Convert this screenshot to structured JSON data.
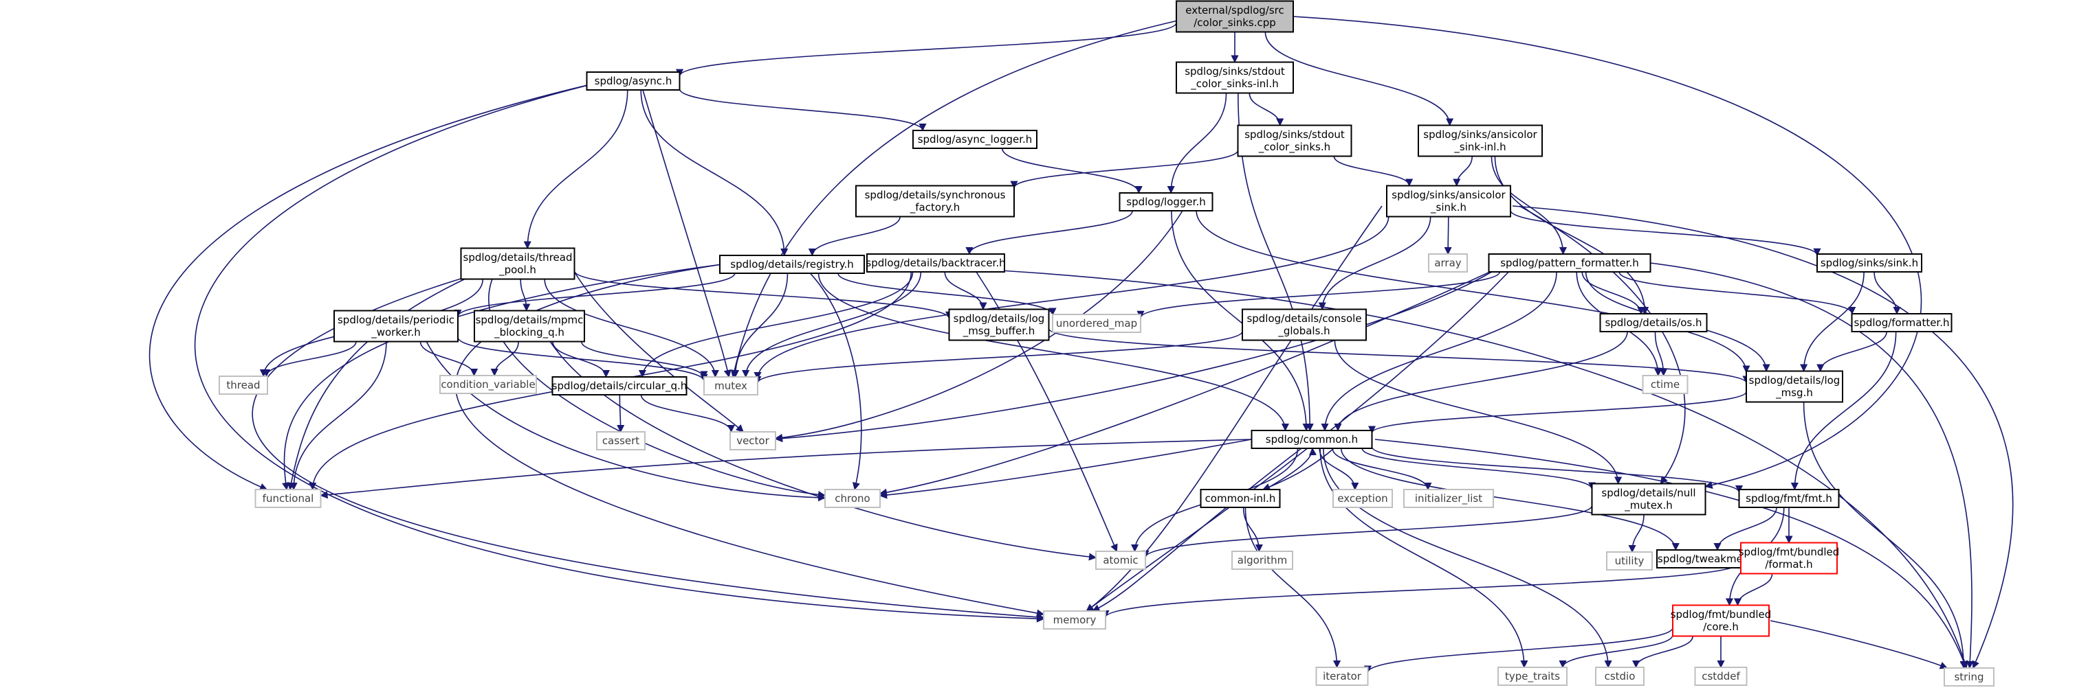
{
  "colors": {
    "edge": "#191970",
    "node_border": "#000000",
    "root_fill": "#bfbfbf",
    "system_border": "#bfbfbf",
    "system_text": "#404040",
    "incomplete_border": "#ff0000",
    "node_fill": "#ffffff"
  },
  "nodes": [
    {
      "id": "root",
      "lines": [
        "external/spdlog/src",
        "/color_sinks.cpp"
      ],
      "style": "root"
    },
    {
      "id": "async",
      "lines": [
        "spdlog/async.h"
      ],
      "style": "normal"
    },
    {
      "id": "stdout_inl",
      "lines": [
        "spdlog/sinks/stdout",
        "_color_sinks-inl.h"
      ],
      "style": "normal"
    },
    {
      "id": "ansi_inl",
      "lines": [
        "spdlog/sinks/ansicolor",
        "_sink-inl.h"
      ],
      "style": "normal"
    },
    {
      "id": "async_logger",
      "lines": [
        "spdlog/async_logger.h"
      ],
      "style": "normal"
    },
    {
      "id": "stdout_h",
      "lines": [
        "spdlog/sinks/stdout",
        "_color_sinks.h"
      ],
      "style": "normal"
    },
    {
      "id": "sync_factory",
      "lines": [
        "spdlog/details/synchronous",
        "_factory.h"
      ],
      "style": "normal"
    },
    {
      "id": "logger",
      "lines": [
        "spdlog/logger.h"
      ],
      "style": "normal"
    },
    {
      "id": "ansi_h",
      "lines": [
        "spdlog/sinks/ansicolor",
        "_sink.h"
      ],
      "style": "normal"
    },
    {
      "id": "thread_pool",
      "lines": [
        "spdlog/details/thread",
        "_pool.h"
      ],
      "style": "normal"
    },
    {
      "id": "registry",
      "lines": [
        "spdlog/details/registry.h"
      ],
      "style": "normal"
    },
    {
      "id": "backtracer",
      "lines": [
        "spdlog/details/backtracer.h"
      ],
      "style": "normal"
    },
    {
      "id": "array",
      "lines": [
        "array"
      ],
      "style": "system"
    },
    {
      "id": "pattern",
      "lines": [
        "spdlog/pattern_formatter.h"
      ],
      "style": "normal"
    },
    {
      "id": "sink_h",
      "lines": [
        "spdlog/sinks/sink.h"
      ],
      "style": "normal"
    },
    {
      "id": "periodic",
      "lines": [
        "spdlog/details/periodic",
        "_worker.h"
      ],
      "style": "normal"
    },
    {
      "id": "mpmc",
      "lines": [
        "spdlog/details/mpmc",
        "_blocking_q.h"
      ],
      "style": "normal"
    },
    {
      "id": "log_msg_buffer",
      "lines": [
        "spdlog/details/log",
        "_msg_buffer.h"
      ],
      "style": "normal"
    },
    {
      "id": "unordered_map",
      "lines": [
        "unordered_map"
      ],
      "style": "system"
    },
    {
      "id": "console_globals",
      "lines": [
        "spdlog/details/console",
        "_globals.h"
      ],
      "style": "normal"
    },
    {
      "id": "os",
      "lines": [
        "spdlog/details/os.h"
      ],
      "style": "normal"
    },
    {
      "id": "formatter",
      "lines": [
        "spdlog/formatter.h"
      ],
      "style": "normal"
    },
    {
      "id": "thread",
      "lines": [
        "thread"
      ],
      "style": "system"
    },
    {
      "id": "condvar",
      "lines": [
        "condition_variable"
      ],
      "style": "system"
    },
    {
      "id": "circular",
      "lines": [
        "spdlog/details/circular_q.h"
      ],
      "style": "normal"
    },
    {
      "id": "mutex",
      "lines": [
        "mutex"
      ],
      "style": "system"
    },
    {
      "id": "ctime",
      "lines": [
        "ctime"
      ],
      "style": "system"
    },
    {
      "id": "log_msg",
      "lines": [
        "spdlog/details/log",
        "_msg.h"
      ],
      "style": "normal"
    },
    {
      "id": "cassert",
      "lines": [
        "cassert"
      ],
      "style": "system"
    },
    {
      "id": "vector",
      "lines": [
        "vector"
      ],
      "style": "system"
    },
    {
      "id": "common",
      "lines": [
        "spdlog/common.h"
      ],
      "style": "normal"
    },
    {
      "id": "functional",
      "lines": [
        "functional"
      ],
      "style": "system"
    },
    {
      "id": "chrono",
      "lines": [
        "chrono"
      ],
      "style": "system"
    },
    {
      "id": "common_inl",
      "lines": [
        "common-inl.h"
      ],
      "style": "normal"
    },
    {
      "id": "exception",
      "lines": [
        "exception"
      ],
      "style": "system"
    },
    {
      "id": "initializer_list",
      "lines": [
        "initializer_list"
      ],
      "style": "system"
    },
    {
      "id": "null_mutex",
      "lines": [
        "spdlog/details/null",
        "_mutex.h"
      ],
      "style": "normal"
    },
    {
      "id": "fmt",
      "lines": [
        "spdlog/fmt/fmt.h"
      ],
      "style": "normal"
    },
    {
      "id": "atomic",
      "lines": [
        "atomic"
      ],
      "style": "system"
    },
    {
      "id": "algorithm",
      "lines": [
        "algorithm"
      ],
      "style": "system"
    },
    {
      "id": "utility",
      "lines": [
        "utility"
      ],
      "style": "system"
    },
    {
      "id": "tweakme",
      "lines": [
        "spdlog/tweakme.h"
      ],
      "style": "normal"
    },
    {
      "id": "bundled_format",
      "lines": [
        "spdlog/fmt/bundled",
        "/format.h"
      ],
      "style": "incomplete"
    },
    {
      "id": "memory",
      "lines": [
        "memory"
      ],
      "style": "system"
    },
    {
      "id": "bundled_core",
      "lines": [
        "spdlog/fmt/bundled",
        "/core.h"
      ],
      "style": "incomplete"
    },
    {
      "id": "iterator",
      "lines": [
        "iterator"
      ],
      "style": "system"
    },
    {
      "id": "type_traits",
      "lines": [
        "type_traits"
      ],
      "style": "system"
    },
    {
      "id": "cstdio",
      "lines": [
        "cstdio"
      ],
      "style": "system"
    },
    {
      "id": "cstddef",
      "lines": [
        "cstddef"
      ],
      "style": "system"
    },
    {
      "id": "string",
      "lines": [
        "string"
      ],
      "style": "system"
    }
  ],
  "edges": [
    [
      "root",
      "async"
    ],
    [
      "root",
      "stdout_inl"
    ],
    [
      "root",
      "ansi_inl"
    ],
    [
      "root",
      "mutex"
    ],
    [
      "root",
      "null_mutex"
    ],
    [
      "async",
      "async_logger"
    ],
    [
      "async",
      "registry"
    ],
    [
      "async",
      "thread_pool"
    ],
    [
      "async",
      "mutex"
    ],
    [
      "async",
      "memory"
    ],
    [
      "async",
      "functional"
    ],
    [
      "stdout_inl",
      "stdout_h"
    ],
    [
      "stdout_inl",
      "logger"
    ],
    [
      "stdout_inl",
      "common"
    ],
    [
      "ansi_inl",
      "ansi_h"
    ],
    [
      "ansi_inl",
      "pattern"
    ],
    [
      "ansi_inl",
      "os"
    ],
    [
      "async_logger",
      "logger"
    ],
    [
      "stdout_h",
      "sync_factory"
    ],
    [
      "stdout_h",
      "ansi_h"
    ],
    [
      "sync_factory",
      "registry"
    ],
    [
      "logger",
      "backtracer"
    ],
    [
      "logger",
      "log_msg"
    ],
    [
      "logger",
      "common"
    ],
    [
      "logger",
      "vector"
    ],
    [
      "ansi_h",
      "array"
    ],
    [
      "ansi_h",
      "sink_h"
    ],
    [
      "ansi_h",
      "console_globals"
    ],
    [
      "ansi_h",
      "mutex"
    ],
    [
      "ansi_h",
      "memory"
    ],
    [
      "ansi_h",
      "string"
    ],
    [
      "ansi_h",
      "null_mutex"
    ],
    [
      "thread_pool",
      "log_msg_buffer"
    ],
    [
      "thread_pool",
      "mpmc"
    ],
    [
      "thread_pool",
      "thread"
    ],
    [
      "thread_pool",
      "mutex"
    ],
    [
      "thread_pool",
      "chrono"
    ],
    [
      "thread_pool",
      "functional"
    ],
    [
      "thread_pool",
      "memory"
    ],
    [
      "thread_pool",
      "vector"
    ],
    [
      "registry",
      "periodic"
    ],
    [
      "registry",
      "unordered_map"
    ],
    [
      "registry",
      "mutex"
    ],
    [
      "registry",
      "chrono"
    ],
    [
      "registry",
      "functional"
    ],
    [
      "registry",
      "memory"
    ],
    [
      "registry",
      "string"
    ],
    [
      "registry",
      "common"
    ],
    [
      "backtracer",
      "log_msg_buffer"
    ],
    [
      "backtracer",
      "circular"
    ],
    [
      "backtracer",
      "mutex"
    ],
    [
      "backtracer",
      "atomic"
    ],
    [
      "backtracer",
      "functional"
    ],
    [
      "pattern",
      "os"
    ],
    [
      "pattern",
      "formatter"
    ],
    [
      "pattern",
      "log_msg"
    ],
    [
      "pattern",
      "ctime"
    ],
    [
      "pattern",
      "unordered_map"
    ],
    [
      "pattern",
      "vector"
    ],
    [
      "pattern",
      "chrono"
    ],
    [
      "pattern",
      "memory"
    ],
    [
      "pattern",
      "string"
    ],
    [
      "pattern",
      "common"
    ],
    [
      "sink_h",
      "formatter"
    ],
    [
      "sink_h",
      "log_msg"
    ],
    [
      "periodic",
      "thread"
    ],
    [
      "periodic",
      "condvar"
    ],
    [
      "periodic",
      "mutex"
    ],
    [
      "periodic",
      "chrono"
    ],
    [
      "periodic",
      "functional"
    ],
    [
      "mpmc",
      "circular"
    ],
    [
      "mpmc",
      "condvar"
    ],
    [
      "mpmc",
      "mutex"
    ],
    [
      "mpmc",
      "atomic"
    ],
    [
      "log_msg_buffer",
      "log_msg"
    ],
    [
      "console_globals",
      "mutex"
    ],
    [
      "console_globals",
      "null_mutex"
    ],
    [
      "os",
      "ctime"
    ],
    [
      "os",
      "common"
    ],
    [
      "formatter",
      "log_msg"
    ],
    [
      "formatter",
      "fmt"
    ],
    [
      "circular",
      "cassert"
    ],
    [
      "circular",
      "vector"
    ],
    [
      "log_msg",
      "common"
    ],
    [
      "log_msg",
      "string"
    ],
    [
      "common",
      "functional"
    ],
    [
      "common",
      "chrono"
    ],
    [
      "common",
      "common_inl"
    ],
    [
      "common",
      "atomic"
    ],
    [
      "common",
      "exception"
    ],
    [
      "common",
      "initializer_list"
    ],
    [
      "common",
      "null_mutex"
    ],
    [
      "common",
      "fmt"
    ],
    [
      "common",
      "tweakme"
    ],
    [
      "common",
      "memory"
    ],
    [
      "common",
      "type_traits"
    ],
    [
      "common",
      "cstdio"
    ],
    [
      "common",
      "string"
    ],
    [
      "common_inl",
      "common"
    ],
    [
      "common_inl",
      "algorithm"
    ],
    [
      "common_inl",
      "iterator"
    ],
    [
      "null_mutex",
      "atomic"
    ],
    [
      "null_mutex",
      "utility"
    ],
    [
      "fmt",
      "tweakme"
    ],
    [
      "fmt",
      "bundled_format"
    ],
    [
      "fmt",
      "bundled_core"
    ],
    [
      "bundled_format",
      "bundled_core"
    ],
    [
      "bundled_format",
      "memory"
    ],
    [
      "bundled_core",
      "iterator"
    ],
    [
      "bundled_core",
      "type_traits"
    ],
    [
      "bundled_core",
      "cstdio"
    ],
    [
      "bundled_core",
      "cstddef"
    ],
    [
      "bundled_core",
      "string"
    ]
  ]
}
